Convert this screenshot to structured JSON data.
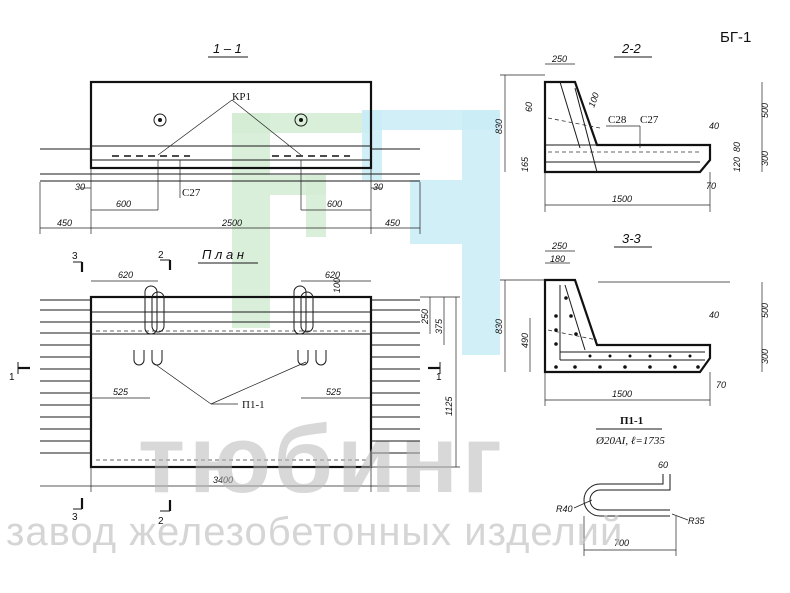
{
  "sheet_code": "БГ-1",
  "views": {
    "section_1_1": "1 – 1",
    "section_2_2": "2-2",
    "section_3_3": "3-3",
    "plan": "П л а н"
  },
  "labels": {
    "kr1": "КР1",
    "c27_a": "С27",
    "c27_b": "С27",
    "c28": "С28",
    "p1_1_plan": "П1-1"
  },
  "cut_marks": {
    "top_left": "3",
    "top_mid": "2",
    "bottom_left": "3",
    "bottom_mid": "2",
    "left": "1",
    "right": "1"
  },
  "dims_1_1": {
    "d30_left": "30",
    "d30_right": "30",
    "d600_left": "600",
    "d600_right": "600",
    "d450_left": "450",
    "d2500": "2500",
    "d450_right": "450"
  },
  "dims_2_2": {
    "d250": "250",
    "d100": "100",
    "d60": "60",
    "d830": "830",
    "d500": "500",
    "d40": "40",
    "d80": "80",
    "d300": "300",
    "d165": "165",
    "d120": "120",
    "d70": "70",
    "d1500": "1500"
  },
  "dims_3_3": {
    "d250": "250",
    "d180": "180",
    "d830": "830",
    "d490": "490",
    "d40": "40",
    "d500": "500",
    "d300": "300",
    "d70": "70",
    "d1500": "1500"
  },
  "dims_plan": {
    "d620_left": "620",
    "d620_right": "620",
    "d100": "100",
    "d250": "250",
    "d375": "375",
    "d525_left": "525",
    "d525_right": "525",
    "d1125": "1125",
    "d3400": "3400"
  },
  "detail_p1_1": {
    "title": "П1-1",
    "spec": "Ø20AI, ℓ=1735",
    "d60": "60",
    "r40": "R40",
    "r35": "R35",
    "d700": "700"
  },
  "watermark": {
    "line1": "тюбинг",
    "line2": "завод железобетонных изделий"
  },
  "colors": {
    "logo_green": "#d3ecd3",
    "logo_cyan": "#c9ecf6",
    "ink": "#1a1a1a",
    "watermark_gray": "#b9b9b9"
  }
}
